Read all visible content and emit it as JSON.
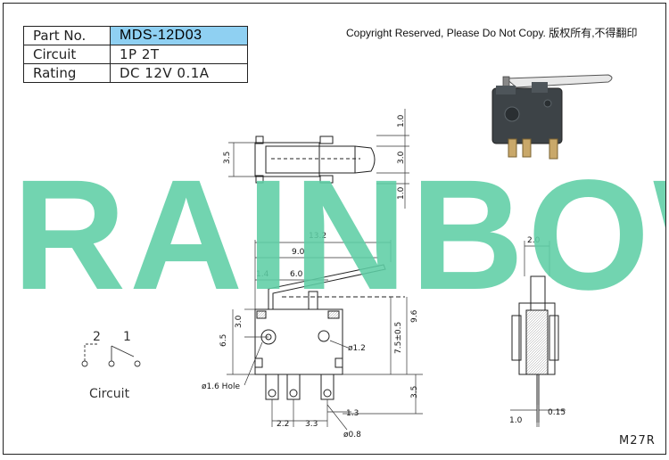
{
  "spec_table": {
    "rows": [
      {
        "key": "Part No.",
        "value": "MDS-12D03"
      },
      {
        "key": "Circuit",
        "value": "1P 2T"
      },
      {
        "key": "Rating",
        "value": "DC 12V 0.1A"
      }
    ]
  },
  "copyright": "Copyright Reserved, Please Do Not Copy. 版权所有,不得翻印",
  "watermark": "RAINBOW",
  "circuit": {
    "label": "Circuit",
    "pin_2": "2",
    "pin_1": "1"
  },
  "model_code": "M27R",
  "dimensions": {
    "d_1_0_top": "1.0",
    "d_3_0_top": "3.0",
    "d_1_0_mid": "1.0",
    "d_3_5_top": "3.5",
    "d_13_2": "13.2",
    "d_9_0": "9.0",
    "d_1_4": "1.4",
    "d_6_0": "6.0",
    "d_3_0_side": "3.0",
    "d_6_5": "6.5",
    "d_7_5": "7.5±0.5",
    "d_9_6": "9.6",
    "d_3_5_pins": "3.5",
    "d_dia_1_2": "ø1.2",
    "d_dia_1_6": "ø1.6 Hole",
    "d_2_2": "2.2",
    "d_3_3": "3.3",
    "d_1_3": "1.3",
    "d_dia_0_8": "ø0.8",
    "d_2_0": "2.0",
    "d_1_0_end": "1.0",
    "d_0_15": "0.15"
  },
  "colors": {
    "watermark": "#5fcfa6",
    "part_no_highlight": "#8fd0f2",
    "switch_body": "#3d4347"
  }
}
